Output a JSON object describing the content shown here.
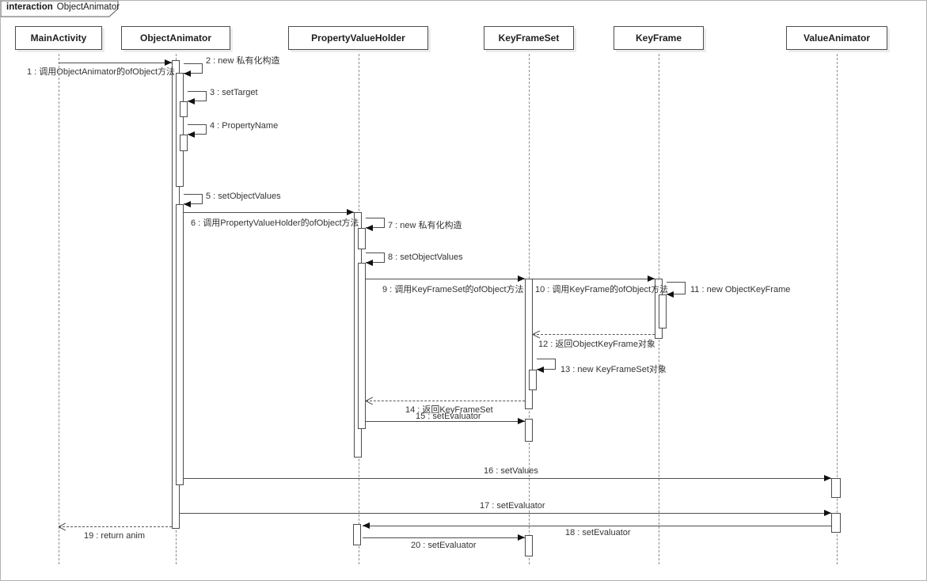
{
  "frame": {
    "keyword": "interaction",
    "title": "ObjectAnimator"
  },
  "lifelines": [
    {
      "name": "MainActivity"
    },
    {
      "name": "ObjectAnimator"
    },
    {
      "name": "PropertyValueHolder"
    },
    {
      "name": "KeyFrameSet"
    },
    {
      "name": "KeyFrame"
    },
    {
      "name": "ValueAnimator"
    }
  ],
  "messages": [
    {
      "num": 1,
      "label": "1 : 调用ObjectAnimator的ofObject方法",
      "from": "MainActivity",
      "to": "ObjectAnimator",
      "kind": "sync"
    },
    {
      "num": 2,
      "label": "2 : new 私有化构造",
      "from": "ObjectAnimator",
      "to": "ObjectAnimator",
      "kind": "self"
    },
    {
      "num": 3,
      "label": "3 : setTarget",
      "from": "ObjectAnimator",
      "to": "ObjectAnimator",
      "kind": "self"
    },
    {
      "num": 4,
      "label": "4 : PropertyName",
      "from": "ObjectAnimator",
      "to": "ObjectAnimator",
      "kind": "self"
    },
    {
      "num": 5,
      "label": "5 : setObjectValues",
      "from": "ObjectAnimator",
      "to": "ObjectAnimator",
      "kind": "self"
    },
    {
      "num": 6,
      "label": "6 : 调用PropertyValueHolder的ofObject方法",
      "from": "ObjectAnimator",
      "to": "PropertyValueHolder",
      "kind": "sync"
    },
    {
      "num": 7,
      "label": "7 : new 私有化构造",
      "from": "PropertyValueHolder",
      "to": "PropertyValueHolder",
      "kind": "self"
    },
    {
      "num": 8,
      "label": "8 : setObjectValues",
      "from": "PropertyValueHolder",
      "to": "PropertyValueHolder",
      "kind": "self"
    },
    {
      "num": 9,
      "label": "9 : 调用KeyFrameSet的ofObject方法",
      "from": "PropertyValueHolder",
      "to": "KeyFrameSet",
      "kind": "sync"
    },
    {
      "num": 10,
      "label": "10 : 调用KeyFrame的ofObject方法",
      "from": "KeyFrameSet",
      "to": "KeyFrame",
      "kind": "sync"
    },
    {
      "num": 11,
      "label": "11 : new ObjectKeyFrame",
      "from": "KeyFrame",
      "to": "KeyFrame",
      "kind": "self"
    },
    {
      "num": 12,
      "label": "12 : 返回ObjectKeyFrame对象",
      "from": "KeyFrame",
      "to": "KeyFrameSet",
      "kind": "return"
    },
    {
      "num": 13,
      "label": "13 : new KeyFrameSet对象",
      "from": "KeyFrameSet",
      "to": "KeyFrameSet",
      "kind": "self"
    },
    {
      "num": 14,
      "label": "14 : 返回KeyFrameSet",
      "from": "KeyFrameSet",
      "to": "PropertyValueHolder",
      "kind": "return"
    },
    {
      "num": 15,
      "label": "15 : setEvaluator",
      "from": "PropertyValueHolder",
      "to": "KeyFrameSet",
      "kind": "sync"
    },
    {
      "num": 16,
      "label": "16 : setValues",
      "from": "ObjectAnimator",
      "to": "ValueAnimator",
      "kind": "sync"
    },
    {
      "num": 17,
      "label": "17 : setEvaluator",
      "from": "ObjectAnimator",
      "to": "ValueAnimator",
      "kind": "sync"
    },
    {
      "num": 18,
      "label": "18 : setEvaluator",
      "from": "ValueAnimator",
      "to": "PropertyValueHolder",
      "kind": "sync"
    },
    {
      "num": 19,
      "label": "19 : return anim",
      "from": "ObjectAnimator",
      "to": "MainActivity",
      "kind": "return"
    },
    {
      "num": 20,
      "label": "20 : setEvaluator",
      "from": "PropertyValueHolder",
      "to": "KeyFrameSet",
      "kind": "sync"
    }
  ]
}
